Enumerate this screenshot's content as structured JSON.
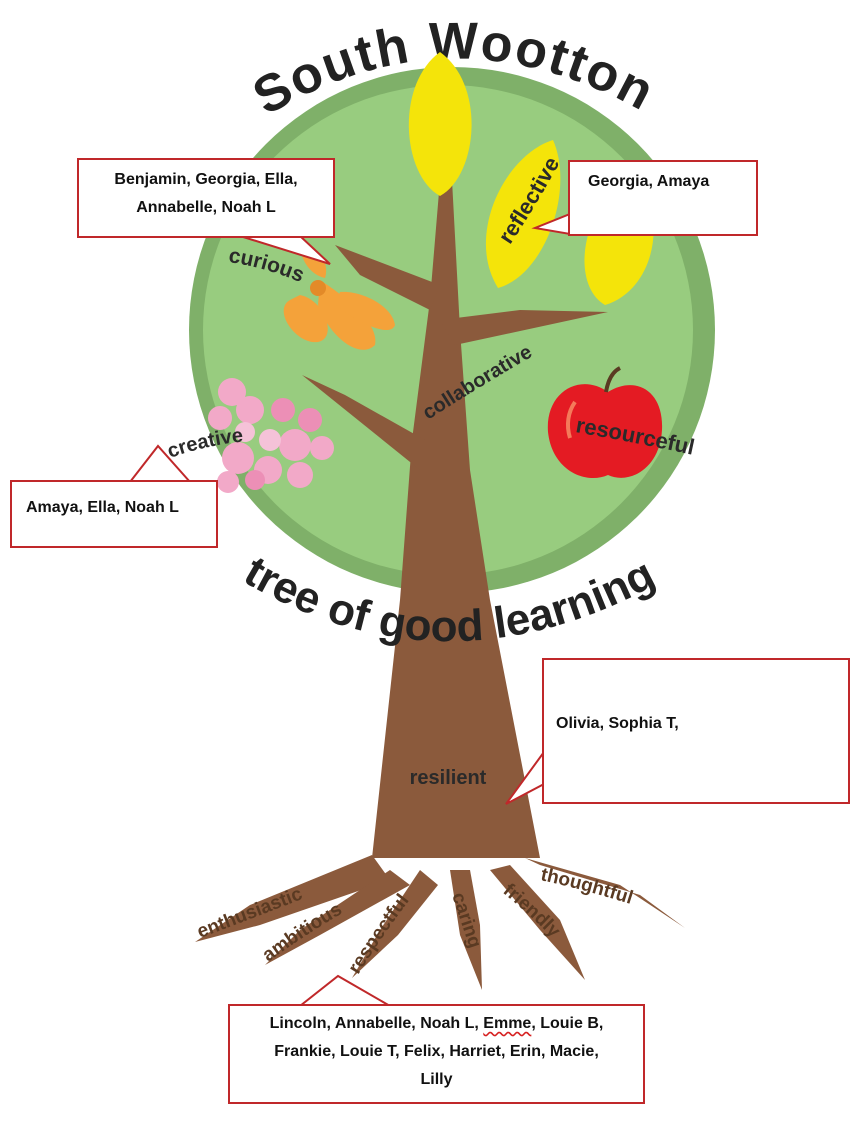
{
  "title": {
    "line1": "South",
    "line2": "Wootton"
  },
  "subtitle": "tree of good learning",
  "values": {
    "curious": "curious",
    "reflective": "reflective",
    "creative": "creative",
    "collaborative": "collaborative",
    "resourceful": "resourceful",
    "resilient": "resilient",
    "enthusiastic": "enthusiastic",
    "ambitious": "ambitious",
    "respectful": "respectful",
    "caring": "caring",
    "friendly": "friendly",
    "thoughtful": "thoughtful"
  },
  "callouts": {
    "curious": {
      "line1": "Benjamin, Georgia, Ella,",
      "line2": "Annabelle, Noah L"
    },
    "reflective": {
      "text": "Georgia, Amaya"
    },
    "creative": {
      "text": "Amaya, Ella, Noah L"
    },
    "resilient": {
      "text": "Olivia, Sophia T,"
    },
    "roots": {
      "line1_a": "Lincoln, Annabelle, Noah L, ",
      "line1_emme": "Emme",
      "line1_b": ", Louie B,",
      "line2": "Frankie, Louie T, Felix,  Harriet, Erin, Macie,",
      "line3": "Lilly"
    }
  },
  "colors": {
    "canopy_outer": "#7fb069",
    "canopy_inner": "#98cc7f",
    "trunk": "#8b5a3c",
    "leaf_yellow": "#f4e40a",
    "seed_orange": "#f4a23a",
    "apple_red": "#e41b23",
    "blossom_pink": "#f2a9c8",
    "callout_border": "#c0282a",
    "text_dark": "#222222"
  }
}
